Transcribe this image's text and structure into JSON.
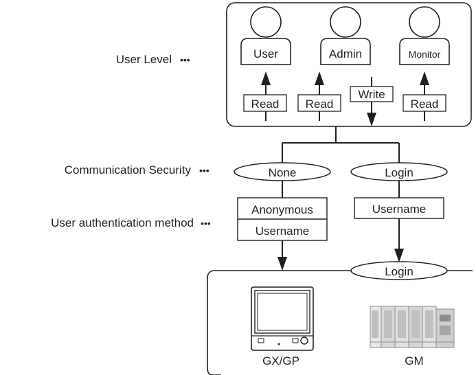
{
  "labels": {
    "user_level": "User Level",
    "communication_security": "Communication Security",
    "user_auth_method": "User authentication method",
    "dots": "•••"
  },
  "users": {
    "user": "User",
    "admin": "Admin",
    "monitor": "Monitor"
  },
  "access": {
    "user_read": "Read",
    "admin_read": "Read",
    "admin_write": "Write",
    "monitor_read": "Read"
  },
  "security": {
    "none": "None",
    "login": "Login"
  },
  "auth": {
    "anonymous": "Anonymous",
    "username_none": "Username",
    "username_login": "Username"
  },
  "device_box": {
    "login": "Login"
  },
  "devices": {
    "gx_gp": "GX/GP",
    "gm": "GM"
  },
  "colors": {
    "stroke": "#231f20",
    "background": "#ffffff",
    "device_gray": "#bfbfbf"
  },
  "icons": [
    "person-icon",
    "up-arrow-icon",
    "down-arrow-icon",
    "gx-gp-device-icon",
    "gm-device-icon"
  ]
}
